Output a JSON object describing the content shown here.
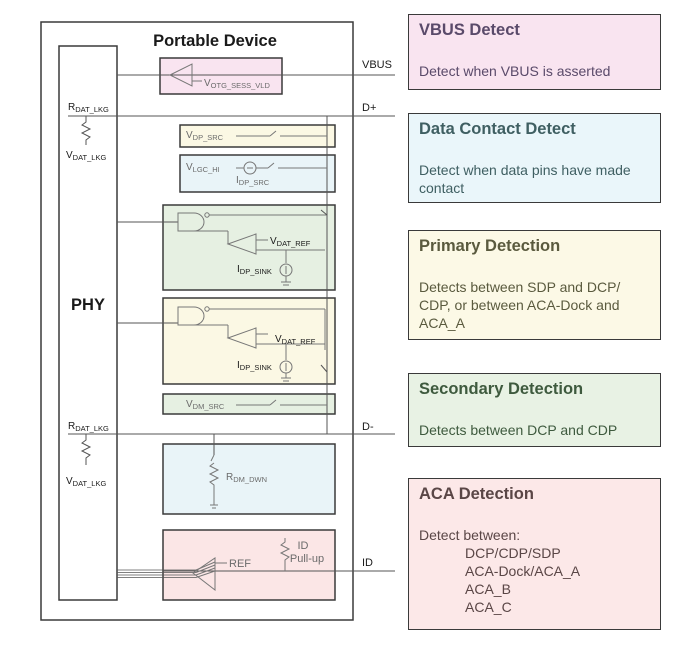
{
  "device": {
    "title": "Portable Device",
    "phy_label": "PHY"
  },
  "signals": {
    "vbus": "VBUS",
    "dplus": "D+",
    "dminus": "D-",
    "id": "ID"
  },
  "components": {
    "r_dat_lkg": {
      "main": "R",
      "sub": "DAT_LKG"
    },
    "v_dat_lkg": {
      "main": "V",
      "sub": "DAT_LKG"
    },
    "v_otg_sess_vld": {
      "main": "V",
      "sub": "OTG_SESS_VLD"
    },
    "v_dp_src": {
      "main": "V",
      "sub": "DP_SRC"
    },
    "v_lgc_hi": {
      "main": "V",
      "sub": "LGC_HI"
    },
    "i_dp_src": {
      "main": "I",
      "sub": "DP_SRC"
    },
    "v_dat_ref": {
      "main": "V",
      "sub": "DAT_REF"
    },
    "i_dp_sink": {
      "main": "I",
      "sub": "DP_SINK"
    },
    "v_dm_src": {
      "main": "V",
      "sub": "DM_SRC"
    },
    "r_dm_dwn": {
      "main": "R",
      "sub": "DM_DWN"
    },
    "ref": "REF",
    "id_pullup_line1": "ID",
    "id_pullup_line2": "Pull-up"
  },
  "block_colors": {
    "vbus": "#f9e4f0",
    "dcd": "#e9f4f8",
    "primary": "#fbf8e4",
    "secondary": "#e6f0e2",
    "aca": "#fbe6e6"
  },
  "panels": [
    {
      "key": "vbus",
      "title": "VBUS Detect",
      "description": "Detect when VBUS is asserted",
      "bg": "#f9e4f0",
      "text_color": "#5a4a6a"
    },
    {
      "key": "dcd",
      "title": "Data Contact Detect",
      "description": "Detect when data pins have made contact",
      "bg": "#eaf6fa",
      "text_color": "#3f5f62"
    },
    {
      "key": "primary",
      "title": "Primary Detection",
      "description": "Detects between SDP and DCP/ CDP, or between ACA-Dock and ACA_A",
      "bg": "#fcf9e6",
      "text_color": "#5a5a3e"
    },
    {
      "key": "secondary",
      "title": "Secondary Detection",
      "description": "Detects between DCP and CDP",
      "bg": "#e8f2e4",
      "text_color": "#3e5a3e"
    },
    {
      "key": "aca",
      "title": "ACA Detection",
      "description": "Detect between:",
      "items": [
        "DCP/CDP/SDP",
        "ACA-Dock/ACA_A",
        "ACA_B",
        "ACA_C"
      ],
      "bg": "#fce8e8",
      "text_color": "#5a4646"
    }
  ]
}
